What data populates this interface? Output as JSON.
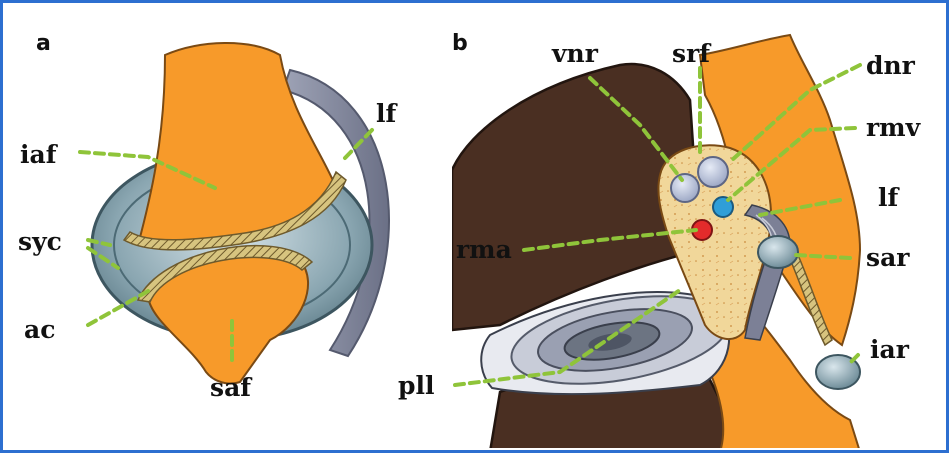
{
  "panel_a": {
    "letter": "a",
    "labels": {
      "iaf": "iaf",
      "lf": "lf",
      "syc": "syc",
      "ac": "ac",
      "saf": "saf"
    }
  },
  "panel_b": {
    "letter": "b",
    "labels": {
      "vnr": "vnr",
      "srf": "srf",
      "dnr": "dnr",
      "rmv": "rmv",
      "lf": "lf",
      "rma": "rma",
      "sar": "sar",
      "pll": "pll",
      "iar": "iar"
    }
  },
  "colors": {
    "frame": "#2d6fd0",
    "bone": "#f79a2a",
    "dark_bone": "#4a2f22",
    "capsule": "#7f9aa6",
    "capsule_light": "#b9cbd2",
    "cartilage": "#c8b46a",
    "cartilage_dark": "#6e5a2c",
    "ligament": "#8a8ea2",
    "foramen_fill": "#f1d79a",
    "leader": "#8fc43a",
    "vessel_red": "#e32b2b",
    "vessel_blue": "#2f9ed8",
    "nerve": "#b8c3dc",
    "disc": "#6c7482"
  }
}
